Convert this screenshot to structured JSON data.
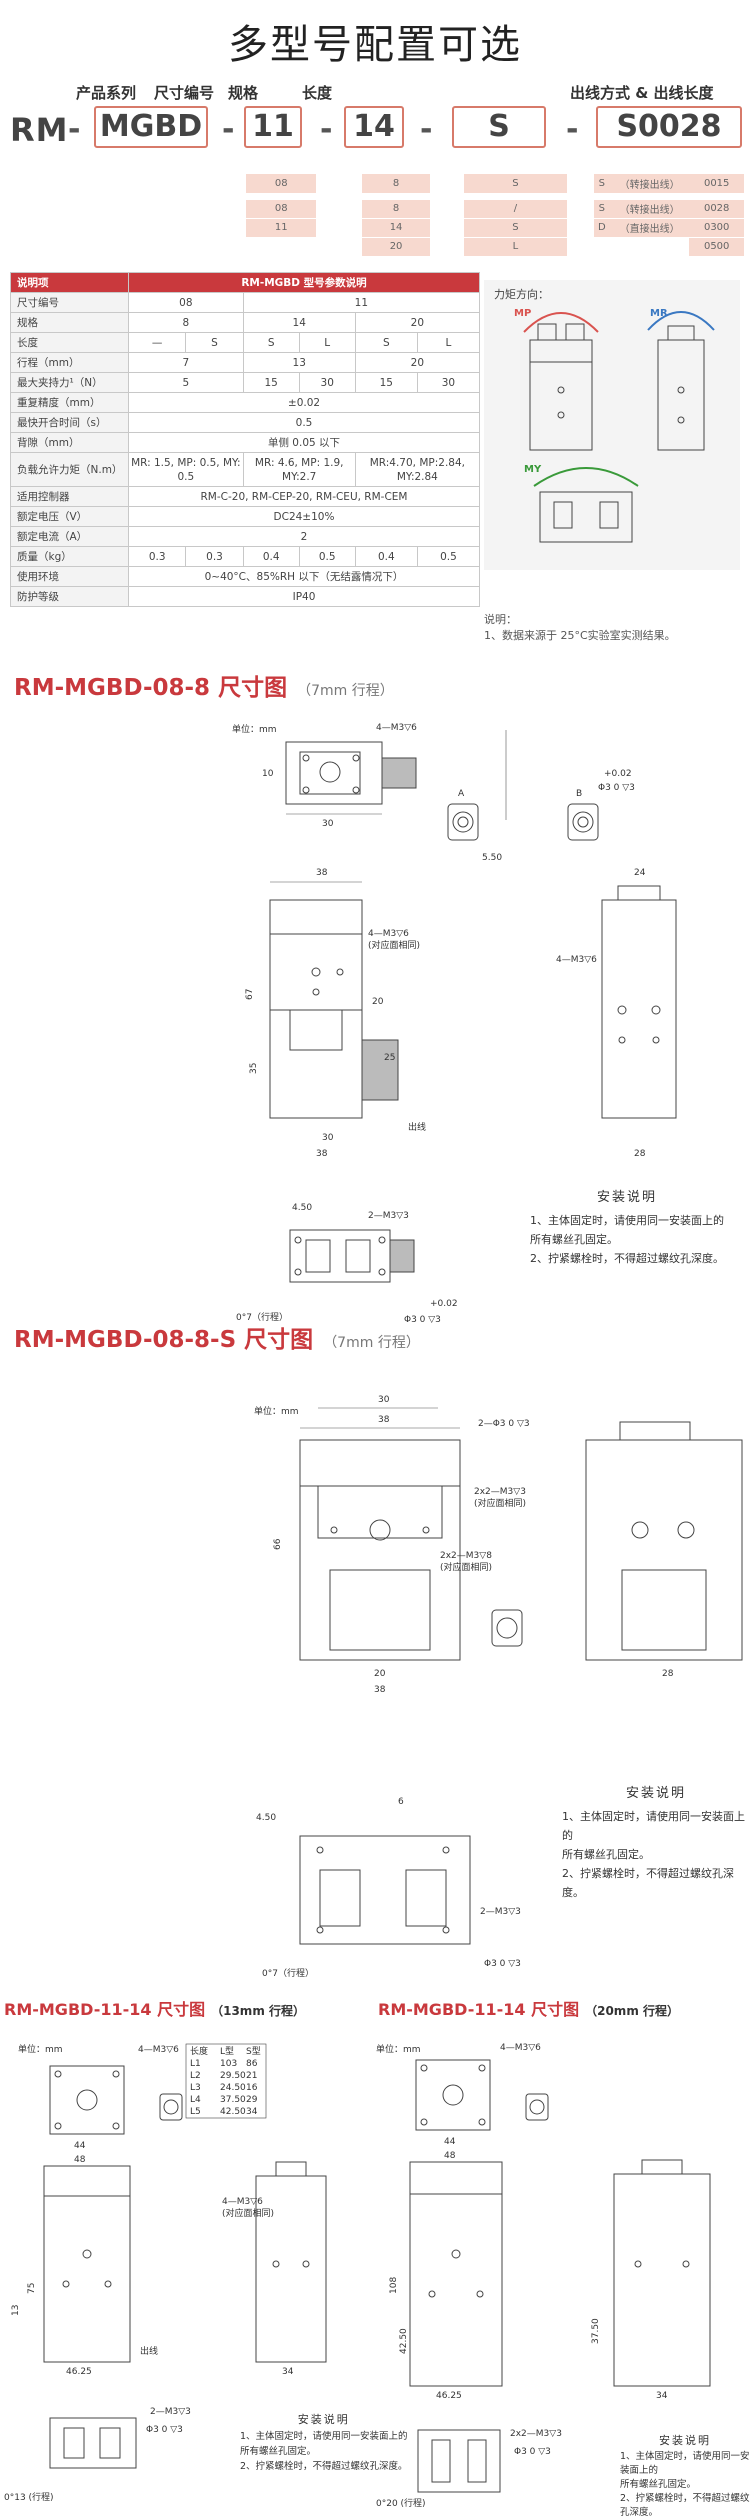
{
  "header": {
    "title": "多型号配置可选",
    "seg_labels": [
      "产品系列",
      "尺寸编号",
      "规格",
      "长度",
      "出线方式 & 出线长度"
    ],
    "prefix": "RM",
    "dash": "-",
    "values": [
      "MGBD",
      "11",
      "14",
      "S",
      "S0028"
    ]
  },
  "options": [
    [
      "08",
      "8",
      "S",
      "S",
      "（转接出线）",
      "0015"
    ],
    [
      "08",
      "8",
      "/",
      "S",
      "（转接出线）",
      "0028"
    ],
    [
      "11",
      "14",
      "S",
      "D",
      "（直接出线）",
      "0300"
    ],
    [
      "",
      "20",
      "L",
      "",
      "",
      "0500"
    ]
  ],
  "spec": {
    "head": [
      "说明项",
      "RM-MGBD 型号参数说明"
    ],
    "size_label": "尺寸编号",
    "size_vals": [
      "08",
      "11"
    ],
    "model_label": "规格",
    "model_vals": [
      "8",
      "14",
      "20"
    ],
    "len_label": "长度",
    "len_vals": [
      "—",
      "S",
      "S",
      "L",
      "S",
      "L"
    ],
    "stroke_label": "行程（mm）",
    "stroke_vals": [
      "7",
      "13",
      "20"
    ],
    "force_label": "最大夹持力¹（N）",
    "force_vals": [
      "5",
      "15",
      "30",
      "15",
      "30"
    ],
    "rep_label": "重复精度（mm）",
    "rep_val": "±0.02",
    "open_label": "最快开合时间（s）",
    "open_val": "0.5",
    "back_label": "背隙（mm）",
    "back_val": "单侧 0.05 以下",
    "moment_label": "负载允许力矩（N.m）",
    "moment_vals": [
      "MR: 1.5, MP: 0.5, MY: 0.5",
      "MR: 4.6, MP: 1.9, MY:2.7",
      "MR:4.70, MP:2.84, MY:2.84"
    ],
    "ctrl_label": "适用控制器",
    "ctrl_val": "RM-C-20, RM-CEP-20, RM-CEU, RM-CEM",
    "volt_label": "额定电压（V）",
    "volt_val": "DC24±10%",
    "cur_label": "额定电流（A）",
    "cur_val": "2",
    "mass_label": "质量（kg）",
    "mass_vals": [
      "0.3",
      "0.3",
      "0.4",
      "0.5",
      "0.4",
      "0.5"
    ],
    "env_label": "使用环境",
    "env_val": "0~40°C、85%RH 以下（无结露情况下）",
    "ip_label": "防护等级",
    "ip_val": "IP40"
  },
  "force_diagram": {
    "caption": "力矩方向：",
    "labels": [
      "MP",
      "MR",
      "MY"
    ],
    "arrow_colors": {
      "MP": "#d9534f",
      "MR": "#3a78c2",
      "MY": "#3a9a3a"
    }
  },
  "note": {
    "title": "说明：",
    "line": "1、数据来源于 25°C实验室实测结果。"
  },
  "sections": [
    {
      "title": "RM-MGBD-08-8 尺寸图",
      "sub": "（7mm 行程）"
    },
    {
      "title": "RM-MGBD-08-8-S 尺寸图",
      "sub": "（7mm 行程）"
    },
    {
      "title": "RM-MGBD-11-14 尺寸图",
      "sub": "（13mm 行程）"
    },
    {
      "title": "RM-MGBD-11-14 尺寸图",
      "sub": "（20mm 行程）"
    }
  ],
  "install": {
    "title": "安装说明",
    "lines": [
      "1、主体固定时，请使用同一安装面上的",
      "所有螺丝孔固定。",
      "2、拧紧螺栓时，不得超过螺纹孔深度。"
    ]
  },
  "dims": {
    "unit": "单位：mm",
    "d1": [
      "4—M3▽6",
      "10",
      "30",
      "A",
      "B",
      "+0.02",
      "Φ3 0 ▽3",
      "5.50",
      "38",
      "24",
      "4—M3▽6",
      "(对应面相同)",
      "67",
      "20",
      "35",
      "30",
      "38",
      "28",
      "25",
      "出线",
      "4.50",
      "2—M3▽3",
      "0°7（行程）",
      "Φ3 0 ▽3"
    ],
    "d2": [
      "30",
      "38",
      "2—Φ3 0 ▽3",
      "2x2—M3▽3",
      "(对应面相同)",
      "2x2—M3▽8",
      "66",
      "20",
      "28",
      "4.50",
      "6",
      "0°7（行程）",
      "2—M3▽3",
      "Φ3 0 ▽3"
    ],
    "d3": [
      "4—M3▽6",
      "44",
      "48",
      "75",
      "13",
      "46.25",
      "34",
      "出线",
      "4—M3▽6",
      "(对应面相同)",
      "2—M3▽3",
      "0°13 (行程)",
      "Φ3 0 ▽3"
    ],
    "d3_table": [
      [
        "长度",
        "L型",
        "S型"
      ],
      [
        "L1",
        "103",
        "86"
      ],
      [
        "L2",
        "29.50",
        "21"
      ],
      [
        "L3",
        "24.50",
        "16"
      ],
      [
        "L4",
        "37.50",
        "29"
      ],
      [
        "L5",
        "42.50",
        "34"
      ]
    ],
    "d4": [
      "4—M3▽6",
      "44",
      "48",
      "108",
      "42.50",
      "46.25",
      "34",
      "37.50",
      "2x2—M3▽3",
      "0°20 (行程)",
      "Φ3 0 ▽3"
    ]
  }
}
